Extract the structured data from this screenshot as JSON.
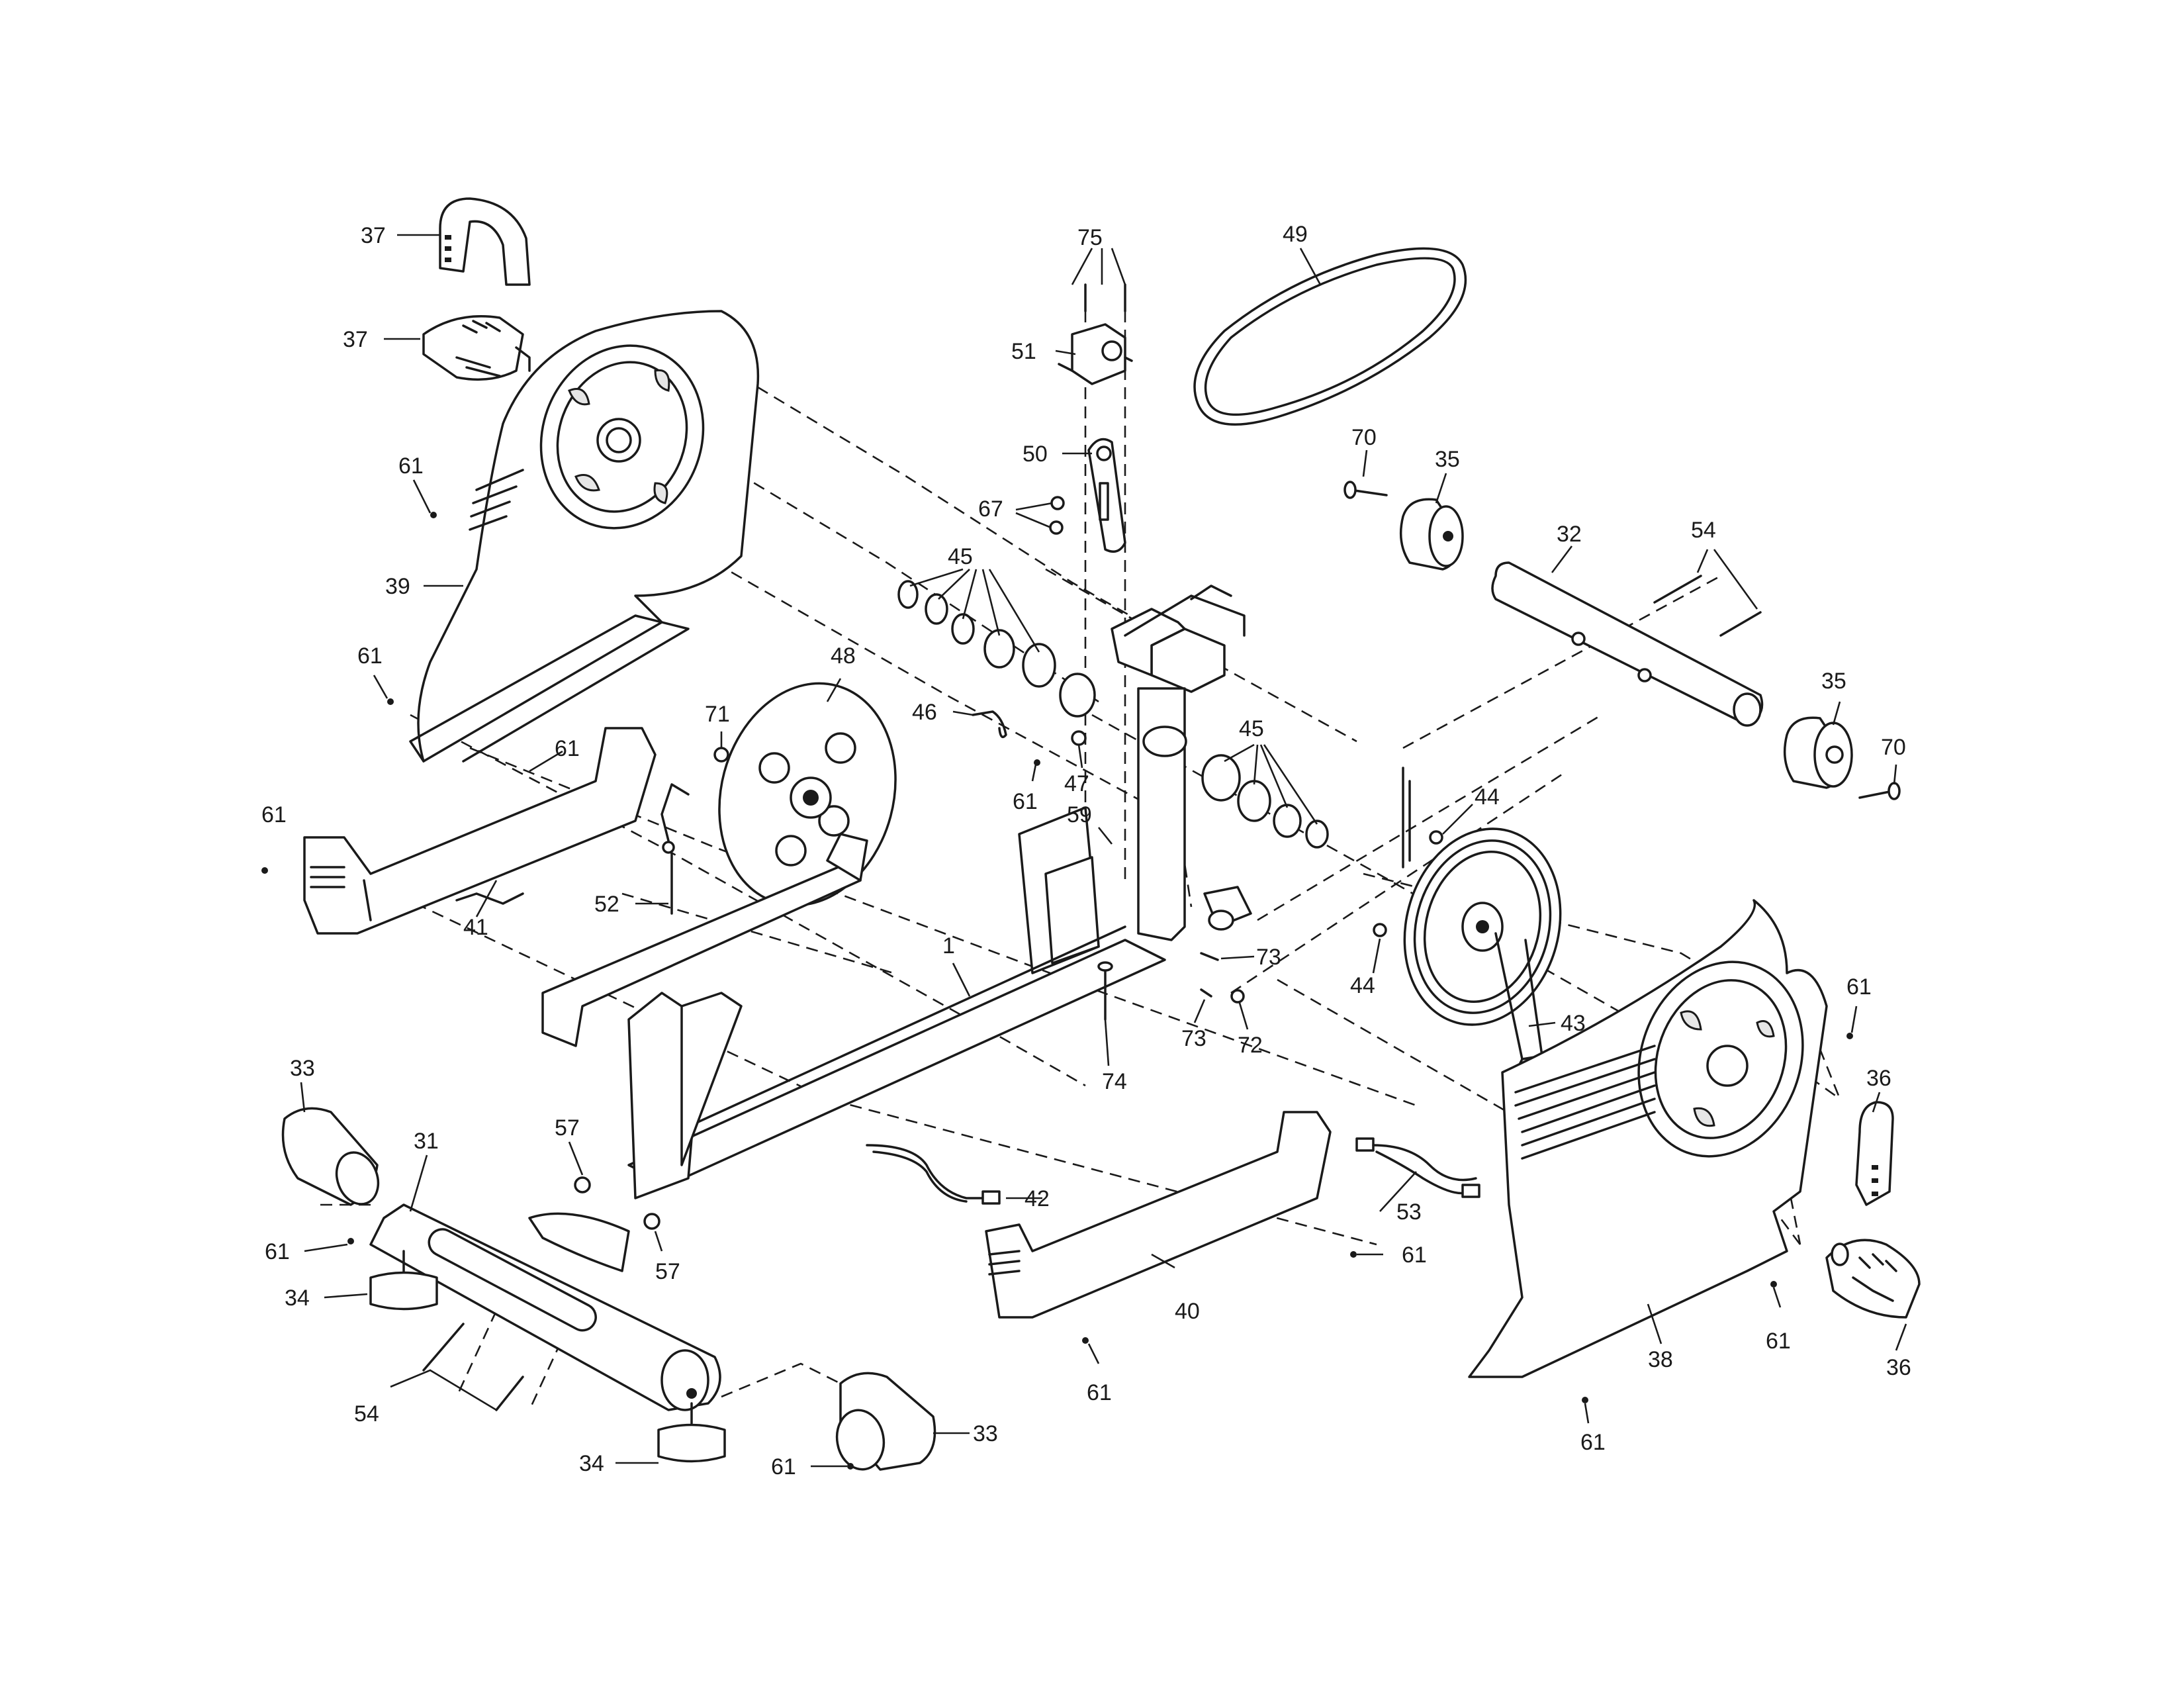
{
  "diagram": {
    "labels": [
      {
        "id": "l75",
        "text": "75"
      },
      {
        "id": "l49",
        "text": "49"
      },
      {
        "id": "l51",
        "text": "51"
      },
      {
        "id": "l50",
        "text": "50"
      },
      {
        "id": "l67",
        "text": "67"
      },
      {
        "id": "l70a",
        "text": "70"
      },
      {
        "id": "l35a",
        "text": "35"
      },
      {
        "id": "l32",
        "text": "32"
      },
      {
        "id": "l54a",
        "text": "54"
      },
      {
        "id": "l37a",
        "text": "37"
      },
      {
        "id": "l37b",
        "text": "37"
      },
      {
        "id": "l61a",
        "text": "61"
      },
      {
        "id": "l39",
        "text": "39"
      },
      {
        "id": "l61b",
        "text": "61"
      },
      {
        "id": "l45a",
        "text": "45"
      },
      {
        "id": "l48",
        "text": "48"
      },
      {
        "id": "l71",
        "text": "71"
      },
      {
        "id": "l46",
        "text": "46"
      },
      {
        "id": "l61c",
        "text": "61"
      },
      {
        "id": "l47",
        "text": "47"
      },
      {
        "id": "l61d",
        "text": "61"
      },
      {
        "id": "l45b",
        "text": "45"
      },
      {
        "id": "l35b",
        "text": "35"
      },
      {
        "id": "l70b",
        "text": "70"
      },
      {
        "id": "l61e",
        "text": "61"
      },
      {
        "id": "l59",
        "text": "59"
      },
      {
        "id": "l44a",
        "text": "44"
      },
      {
        "id": "l41",
        "text": "41"
      },
      {
        "id": "l52",
        "text": "52"
      },
      {
        "id": "l1",
        "text": "1"
      },
      {
        "id": "l73a",
        "text": "73"
      },
      {
        "id": "l73b",
        "text": "73"
      },
      {
        "id": "l72",
        "text": "72"
      },
      {
        "id": "l44b",
        "text": "44"
      },
      {
        "id": "l43",
        "text": "43"
      },
      {
        "id": "l61f",
        "text": "61"
      },
      {
        "id": "l74",
        "text": "74"
      },
      {
        "id": "l33a",
        "text": "33"
      },
      {
        "id": "l36a",
        "text": "36"
      },
      {
        "id": "l31",
        "text": "31"
      },
      {
        "id": "l57a",
        "text": "57"
      },
      {
        "id": "l42",
        "text": "42"
      },
      {
        "id": "l61g",
        "text": "61"
      },
      {
        "id": "l53",
        "text": "53"
      },
      {
        "id": "l61h",
        "text": "61"
      },
      {
        "id": "l57b",
        "text": "57"
      },
      {
        "id": "l34a",
        "text": "34"
      },
      {
        "id": "l40",
        "text": "40"
      },
      {
        "id": "l38",
        "text": "38"
      },
      {
        "id": "l61i",
        "text": "61"
      },
      {
        "id": "l36b",
        "text": "36"
      },
      {
        "id": "l61j",
        "text": "61"
      },
      {
        "id": "l54b",
        "text": "54"
      },
      {
        "id": "l33b",
        "text": "33"
      },
      {
        "id": "l34b",
        "text": "34"
      },
      {
        "id": "l61k",
        "text": "61"
      },
      {
        "id": "l61l",
        "text": "61"
      }
    ]
  }
}
